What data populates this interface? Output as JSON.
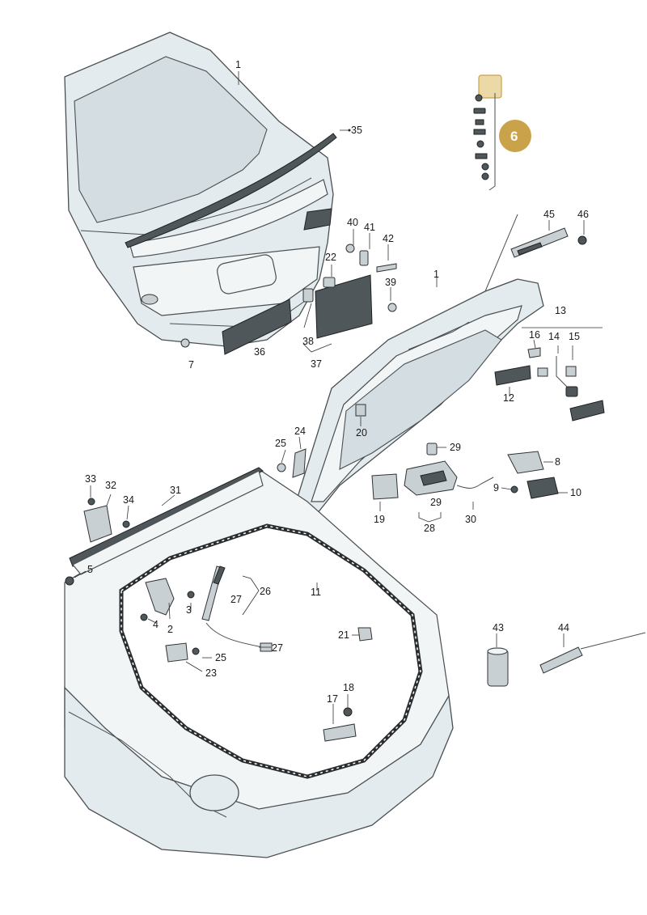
{
  "diagram": {
    "callouts": [
      {
        "id": "1a",
        "text": "1"
      },
      {
        "id": "1b",
        "text": "1"
      },
      {
        "id": "2",
        "text": "2"
      },
      {
        "id": "3",
        "text": "3"
      },
      {
        "id": "4",
        "text": "4"
      },
      {
        "id": "5",
        "text": "5"
      },
      {
        "id": "7",
        "text": "7"
      },
      {
        "id": "8",
        "text": "8"
      },
      {
        "id": "9",
        "text": "9"
      },
      {
        "id": "10",
        "text": "10"
      },
      {
        "id": "11",
        "text": "11"
      },
      {
        "id": "12",
        "text": "12"
      },
      {
        "id": "13",
        "text": "13"
      },
      {
        "id": "14",
        "text": "14"
      },
      {
        "id": "15",
        "text": "15"
      },
      {
        "id": "16",
        "text": "16"
      },
      {
        "id": "17",
        "text": "17"
      },
      {
        "id": "18",
        "text": "18"
      },
      {
        "id": "19",
        "text": "19"
      },
      {
        "id": "20",
        "text": "20"
      },
      {
        "id": "21",
        "text": "21"
      },
      {
        "id": "22",
        "text": "22"
      },
      {
        "id": "23",
        "text": "23"
      },
      {
        "id": "24",
        "text": "24"
      },
      {
        "id": "25a",
        "text": "25"
      },
      {
        "id": "25b",
        "text": "25"
      },
      {
        "id": "26",
        "text": "26"
      },
      {
        "id": "27a",
        "text": "27"
      },
      {
        "id": "27b",
        "text": "27"
      },
      {
        "id": "28",
        "text": "28"
      },
      {
        "id": "29a",
        "text": "29"
      },
      {
        "id": "29b",
        "text": "29"
      },
      {
        "id": "30",
        "text": "30"
      },
      {
        "id": "31",
        "text": "31"
      },
      {
        "id": "32",
        "text": "32"
      },
      {
        "id": "33",
        "text": "33"
      },
      {
        "id": "34",
        "text": "34"
      },
      {
        "id": "35",
        "text": "35"
      },
      {
        "id": "36",
        "text": "36"
      },
      {
        "id": "37",
        "text": "37"
      },
      {
        "id": "38",
        "text": "38"
      },
      {
        "id": "39",
        "text": "39"
      },
      {
        "id": "40",
        "text": "40"
      },
      {
        "id": "41",
        "text": "41"
      },
      {
        "id": "42",
        "text": "42"
      },
      {
        "id": "43",
        "text": "43"
      },
      {
        "id": "44",
        "text": "44"
      },
      {
        "id": "45",
        "text": "45"
      },
      {
        "id": "46",
        "text": "46"
      }
    ],
    "highlight": {
      "text": "6",
      "color": "#c9a24a",
      "box_color": "#ecd9a8"
    },
    "colors": {
      "body": "#e4ebee",
      "glass": "#d4dde1",
      "line": "#4a4f52"
    }
  }
}
